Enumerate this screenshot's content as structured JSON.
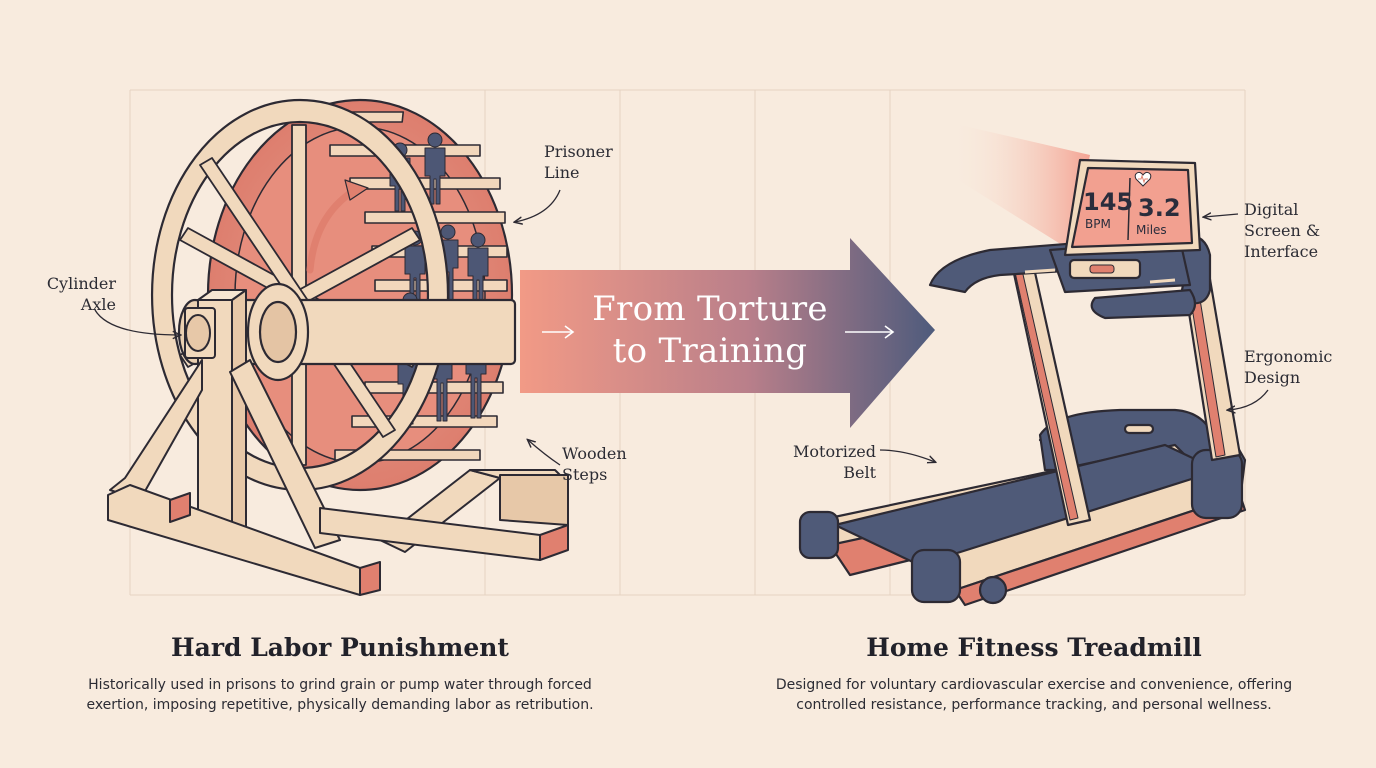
{
  "banner": {
    "text": "From Torture\nto Training"
  },
  "left": {
    "title": "Hard Labor Punishment",
    "description": "Historically used in prisons to grind grain or pump water through forced\nexertion, imposing repetitive, physically demanding labor as retribution.",
    "labels": {
      "prisoner_line": "Prisoner\nLine",
      "cylinder_axle": "Cylinder\nAxle",
      "wooden_steps": "Wooden\nSteps"
    }
  },
  "right": {
    "title": "Home Fitness Treadmill",
    "description": "Designed for voluntary cardiovascular exercise and convenience, offering\ncontrolled resistance, performance tracking, and personal wellness.",
    "labels": {
      "digital_screen": "Digital\nScreen &\nInterface",
      "ergonomic_design": "Ergonomic\nDesign",
      "motorized_belt": "Motorized\nBelt"
    },
    "screen": {
      "bpm_value": "145",
      "bpm_unit": "BPM",
      "miles_value": "3.2",
      "miles_unit": "Miles"
    }
  },
  "colors": {
    "background": "#f8ebde",
    "wood": "#f1d9bd",
    "salmon": "#e8897a",
    "navy": "#4f5a78",
    "outline": "#2d2a33"
  }
}
